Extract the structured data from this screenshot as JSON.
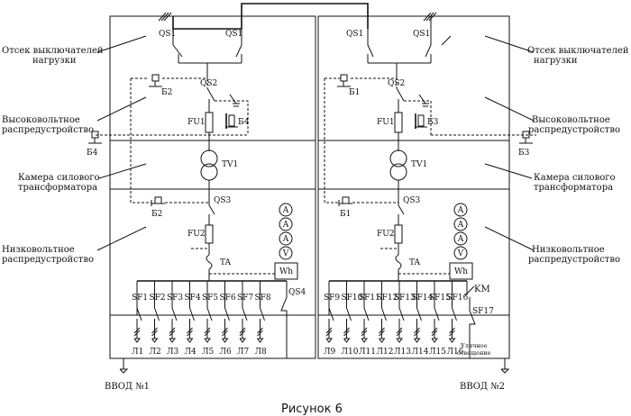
{
  "caption": "Рисунок 6",
  "annotations": {
    "left": {
      "compartment": [
        "Отсек выключателей",
        "нагрузки"
      ],
      "hv": [
        "Высоковольтное",
        "распредустройство"
      ],
      "transformer": [
        "Камера силового",
        "трансформатора"
      ],
      "lv": [
        "Низковольтное",
        "распредустройство"
      ]
    },
    "right": {
      "compartment": [
        "Отсек выключателей",
        "нагрузки"
      ],
      "hv": [
        "Высоковольтное",
        "распредустройство"
      ],
      "transformer": [
        "Камера силового",
        "трансформатора"
      ],
      "lv": [
        "Низковольтное",
        "распредустройство"
      ]
    }
  },
  "left": {
    "qs1a": "QS1",
    "qs1b": "QS1",
    "qs2": "QS2",
    "qs3": "QS3",
    "b2": "Б2",
    "b2low": "Б2",
    "b4": "Б4",
    "b4out": "Б4",
    "fu1": "FU1",
    "fu2": "FU2",
    "tv1": "TV1",
    "ta": "TA",
    "wh": "Wh",
    "qs4": "QS4",
    "meters": [
      "A",
      "A",
      "A",
      "V"
    ],
    "breakers": [
      "SF1",
      "SF2",
      "SF3",
      "SF4",
      "SF5",
      "SF6",
      "SF7",
      "SF8"
    ],
    "lines": [
      "Л1",
      "Л2",
      "Л3",
      "Л4",
      "Л5",
      "Л6",
      "Л7",
      "Л8"
    ],
    "input": "ВВОД №1"
  },
  "right": {
    "qs1a": "QS1",
    "qs1b": "QS1",
    "qs2": "QS2",
    "qs3": "QS3",
    "b1": "Б1",
    "b1low": "Б1",
    "b3": "Б3",
    "b3out": "Б3",
    "fu1": "FU1",
    "fu2": "FU2",
    "tv1": "TV1",
    "ta": "TA",
    "wh": "Wh",
    "km": "KM",
    "sf17": "SF17",
    "meters": [
      "A",
      "A",
      "A",
      "V"
    ],
    "breakers": [
      "SF9",
      "SF10",
      "SF11",
      "SF12",
      "SF13",
      "SF14",
      "SF15",
      "SF16"
    ],
    "lines": [
      "Л9",
      "Л10",
      "Л11",
      "Л12",
      "Л13",
      "Л14",
      "Л15",
      "Л16"
    ],
    "street": [
      "Уличное",
      "освещение"
    ],
    "input": "ВВОД №2"
  }
}
